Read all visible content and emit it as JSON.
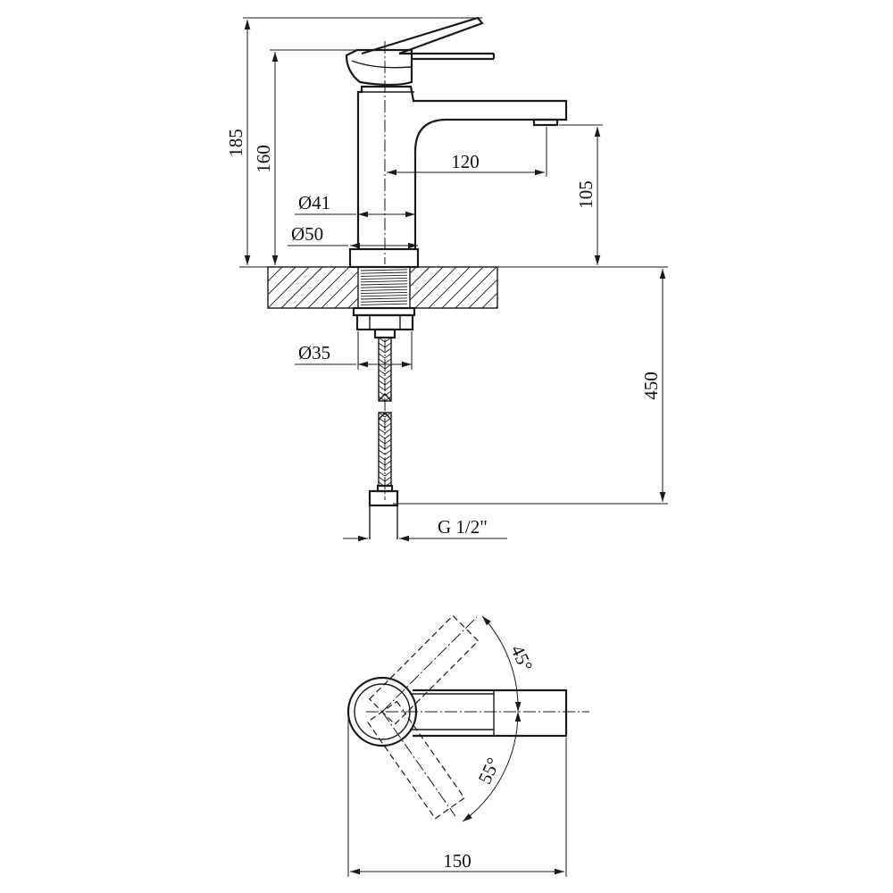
{
  "dimensions": {
    "total_height": "185",
    "body_height": "160",
    "spout_reach": "120",
    "spout_height": "105",
    "body_diameter": "Ø41",
    "base_diameter": "Ø50",
    "shank_diameter": "Ø35",
    "hose_length": "450",
    "connection_thread": "G 1/2\"",
    "lever_angle_1": "45°",
    "lever_angle_2": "55°",
    "overall_width": "150"
  }
}
